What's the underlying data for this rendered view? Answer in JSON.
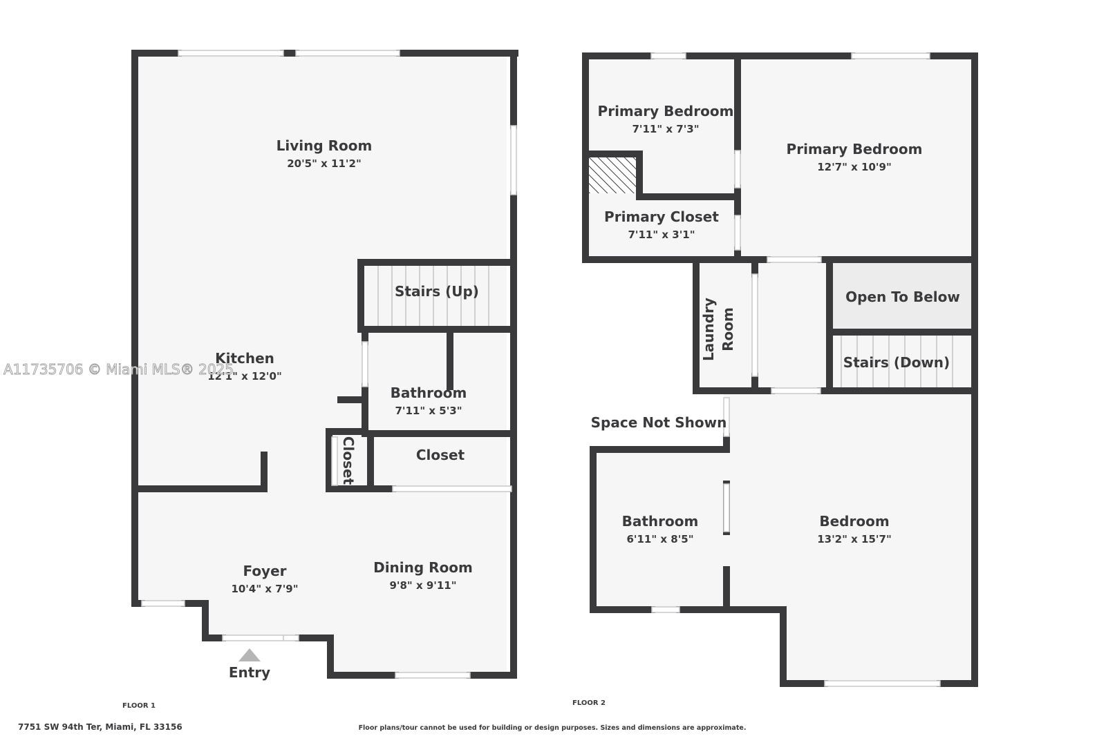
{
  "watermark": "A11735706 © Miami MLS® 2025",
  "floors": [
    {
      "label": "FLOOR 1"
    },
    {
      "label": "FLOOR 2"
    }
  ],
  "rooms": {
    "living_room": {
      "name": "Living Room",
      "dims": "20'5\" x 11'2\""
    },
    "kitchen": {
      "name": "Kitchen",
      "dims": "12'1\" x 12'0\""
    },
    "stairs_up": {
      "name": "Stairs (Up)"
    },
    "bathroom_1": {
      "name": "Bathroom",
      "dims": "7'11\" x 5'3\""
    },
    "closet_small": {
      "name": "Closet"
    },
    "closet_1": {
      "name": "Closet"
    },
    "foyer": {
      "name": "Foyer",
      "dims": "10'4\" x 7'9\""
    },
    "dining_room": {
      "name": "Dining Room",
      "dims": "9'8\" x 9'11\""
    },
    "entry": {
      "name": "Entry"
    },
    "primary_bedroom_small": {
      "name": "Primary Bedroom",
      "dims": "7'11\" x 7'3\""
    },
    "primary_bedroom_large": {
      "name": "Primary Bedroom",
      "dims": "12'7\" x 10'9\""
    },
    "primary_closet": {
      "name": "Primary Closet",
      "dims": "7'11\" x 3'1\""
    },
    "laundry_room": {
      "name": "Laundry Room",
      "line1": "Laundry",
      "line2": "Room"
    },
    "open_to_below": {
      "name": "Open To Below"
    },
    "stairs_down": {
      "name": "Stairs (Down)"
    },
    "space_not_shown": {
      "name": "Space Not Shown"
    },
    "bathroom_2": {
      "name": "Bathroom",
      "dims": "6'11\" x 8'5\""
    },
    "bedroom": {
      "name": "Bedroom",
      "dims": "13'2\" x 15'7\""
    }
  },
  "footer": {
    "address": "7751 SW 94th Ter, Miami, FL 33156",
    "disclaimer": "Floor plans/tour cannot be used for building or design purposes. Sizes and dimensions are approximate."
  },
  "colors": {
    "wall": "#3a3a3c",
    "floor": "#f6f6f6",
    "open_to_below": "#ececec",
    "window": "#c9c9c9"
  }
}
